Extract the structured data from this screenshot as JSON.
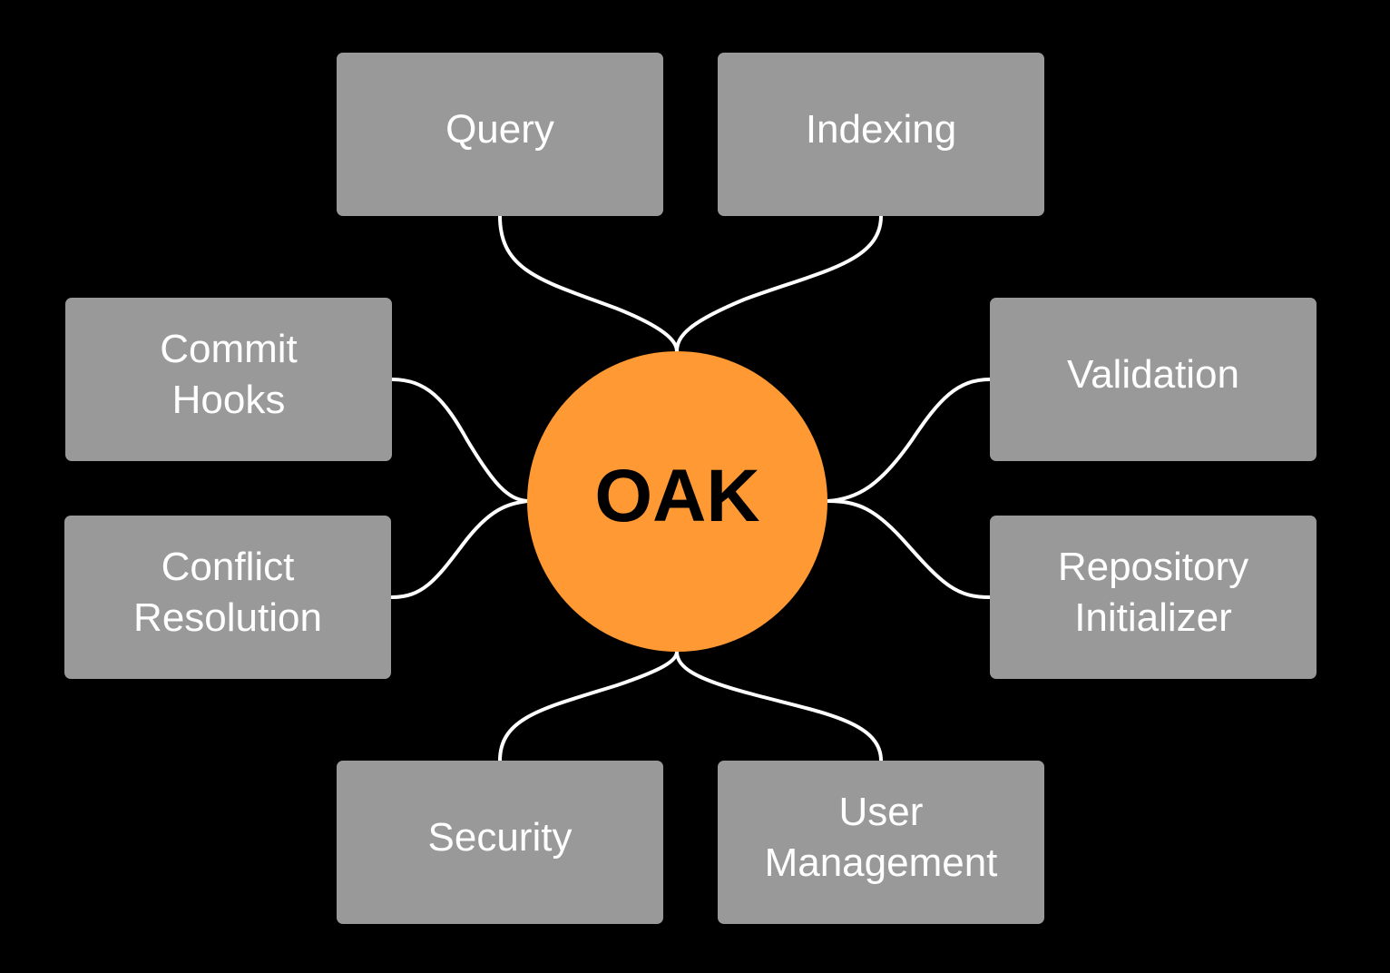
{
  "center": {
    "label": "OAK",
    "color": "#FF9933"
  },
  "connector_color": "#ffffff",
  "node_color": "#999999",
  "nodes": [
    {
      "id": "query",
      "label": "Query"
    },
    {
      "id": "indexing",
      "label": "Indexing"
    },
    {
      "id": "commit-hooks",
      "label": "Commit\nHooks"
    },
    {
      "id": "validation",
      "label": "Validation"
    },
    {
      "id": "conflict-resolution",
      "label": "Conflict\nResolution"
    },
    {
      "id": "repository-initializer",
      "label": "Repository\nInitializer"
    },
    {
      "id": "security",
      "label": "Security"
    },
    {
      "id": "user-management",
      "label": "User\nManagement"
    }
  ]
}
